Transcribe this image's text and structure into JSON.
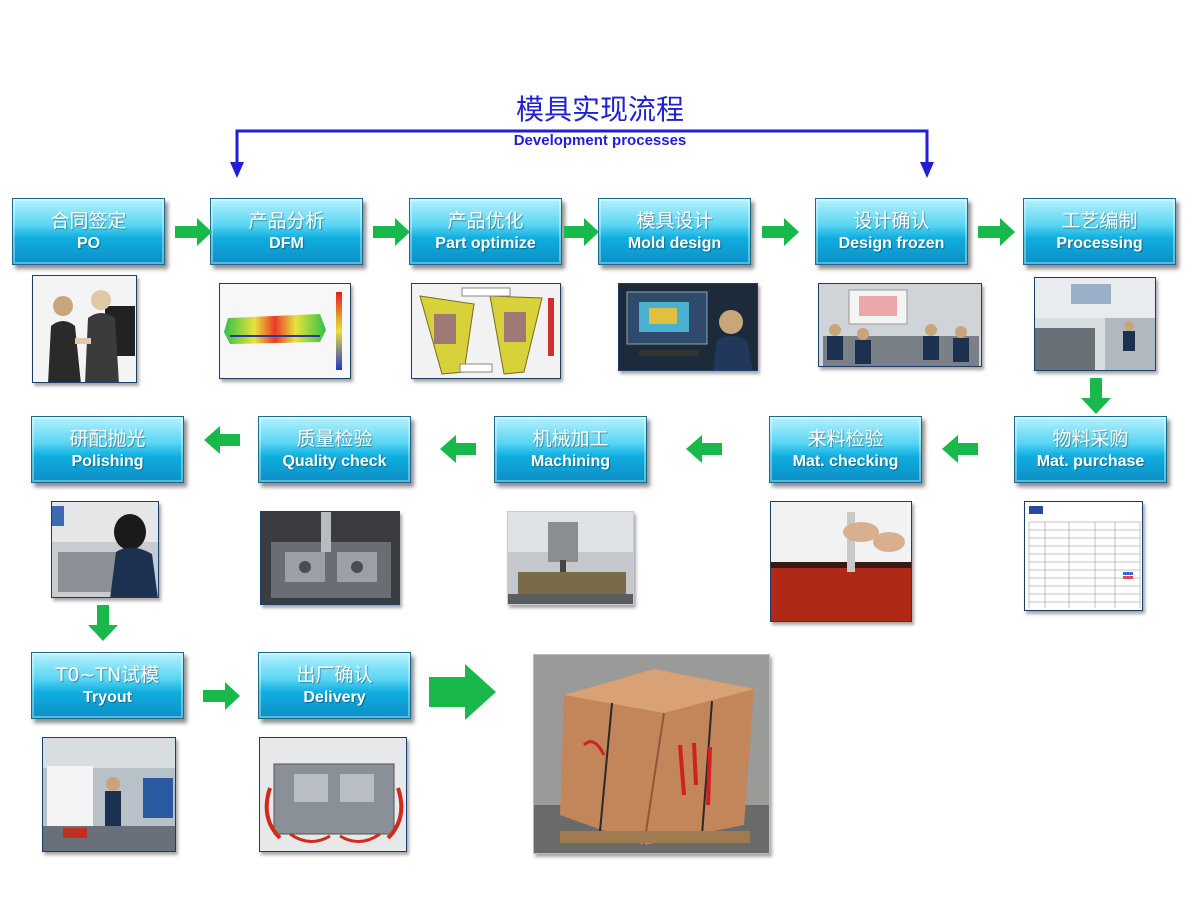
{
  "title": {
    "cn": "模具实现流程",
    "en": "Development processes"
  },
  "colors": {
    "title": "#1f1fd6",
    "arrow": "#19b84a",
    "box": "#10aee0"
  },
  "steps": [
    {
      "cn": "合同签定",
      "en": "PO"
    },
    {
      "cn": "产品分析",
      "en": "DFM"
    },
    {
      "cn": "产品优化",
      "en": "Part optimize"
    },
    {
      "cn": "模具设计",
      "en": "Mold design"
    },
    {
      "cn": "设计确认",
      "en": "Design frozen"
    },
    {
      "cn": "工艺编制",
      "en": "Processing"
    },
    {
      "cn": "物料采购",
      "en": "Mat. purchase"
    },
    {
      "cn": "来料检验",
      "en": "Mat. checking"
    },
    {
      "cn": "机械加工",
      "en": "Machining"
    },
    {
      "cn": "质量检验",
      "en": "Quality check"
    },
    {
      "cn": "研配抛光",
      "en": "Polishing"
    },
    {
      "cn": "T0~TN试模",
      "en": "Tryout"
    },
    {
      "cn": "出厂确认",
      "en": "Delivery"
    }
  ]
}
